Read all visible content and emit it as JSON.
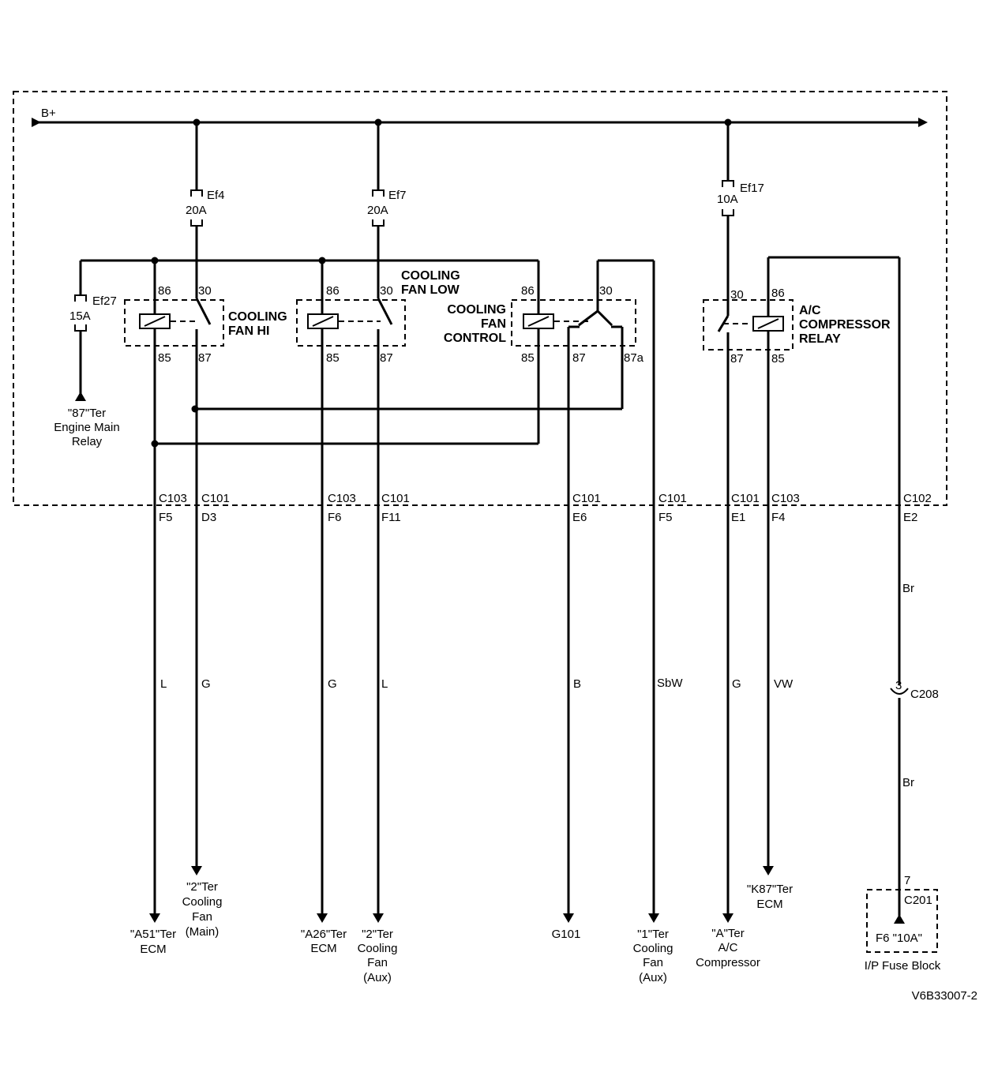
{
  "bplus": "B+",
  "fuses": {
    "ef4": {
      "name": "Ef4",
      "rating": "20A"
    },
    "ef7": {
      "name": "Ef7",
      "rating": "20A"
    },
    "ef17": {
      "name": "Ef17",
      "rating": "10A"
    },
    "ef27": {
      "name": "Ef27",
      "rating": "15A"
    }
  },
  "relays": {
    "hi": {
      "line1": "COOLING",
      "line2": "FAN HI",
      "pin86": "86",
      "pin30": "30",
      "pin85": "85",
      "pin87": "87"
    },
    "low": {
      "line1": "COOLING",
      "line2": "FAN LOW",
      "pin86": "86",
      "pin30": "30",
      "pin85": "85",
      "pin87": "87"
    },
    "control": {
      "line1": "COOLING",
      "line2": "FAN",
      "line3": "CONTROL",
      "pin86": "86",
      "pin30": "30",
      "pin85": "85",
      "pin87": "87",
      "pin87a": "87a"
    },
    "ac": {
      "line1": "A/C",
      "line2": "COMPRESSOR",
      "line3": "RELAY",
      "pin30": "30",
      "pin86": "86",
      "pin87": "87",
      "pin85": "85"
    }
  },
  "engine_main_relay": {
    "line1": "\"87\"Ter",
    "line2": "Engine Main",
    "line3": "Relay"
  },
  "connectors": [
    {
      "conn": "C103",
      "pin": "F5",
      "wire": "L"
    },
    {
      "conn": "C101",
      "pin": "D3",
      "wire": "G"
    },
    {
      "conn": "C103",
      "pin": "F6",
      "wire": "G"
    },
    {
      "conn": "C101",
      "pin": "F11",
      "wire": "L"
    },
    {
      "conn": "C101",
      "pin": "E6",
      "wire": "B"
    },
    {
      "conn": "C101",
      "pin": "F5",
      "wire": "SbW"
    },
    {
      "conn": "C101",
      "pin": "E1",
      "wire": "G"
    },
    {
      "conn": "C103",
      "pin": "F4",
      "wire": "VW"
    },
    {
      "conn": "C102",
      "pin": "E2",
      "wire": "Br"
    }
  ],
  "c208": {
    "pin": "3",
    "name": "C208",
    "wire_below": "Br"
  },
  "c201": {
    "pin": "7",
    "name": "C201",
    "fuse": "F6 \"10A\"",
    "block": "I/P Fuse Block"
  },
  "destinations": {
    "a51": {
      "line1": "\"A51\"Ter",
      "line2": "ECM"
    },
    "fan_main": {
      "line1": "\"2\"Ter",
      "line2": "Cooling",
      "line3": "Fan",
      "line4": "(Main)"
    },
    "a26": {
      "line1": "\"A26\"Ter",
      "line2": "ECM"
    },
    "fan_aux2": {
      "line1": "\"2\"Ter",
      "line2": "Cooling",
      "line3": "Fan",
      "line4": "(Aux)"
    },
    "g101": {
      "line1": "G101"
    },
    "fan_aux1": {
      "line1": "\"1\"Ter",
      "line2": "Cooling",
      "line3": "Fan",
      "line4": "(Aux)"
    },
    "ac_comp": {
      "line1": "\"A\"Ter",
      "line2": "A/C",
      "line3": "Compressor"
    },
    "k87": {
      "line1": "\"K87\"Ter",
      "line2": "ECM"
    }
  },
  "figure_id": "V6B33007-2"
}
